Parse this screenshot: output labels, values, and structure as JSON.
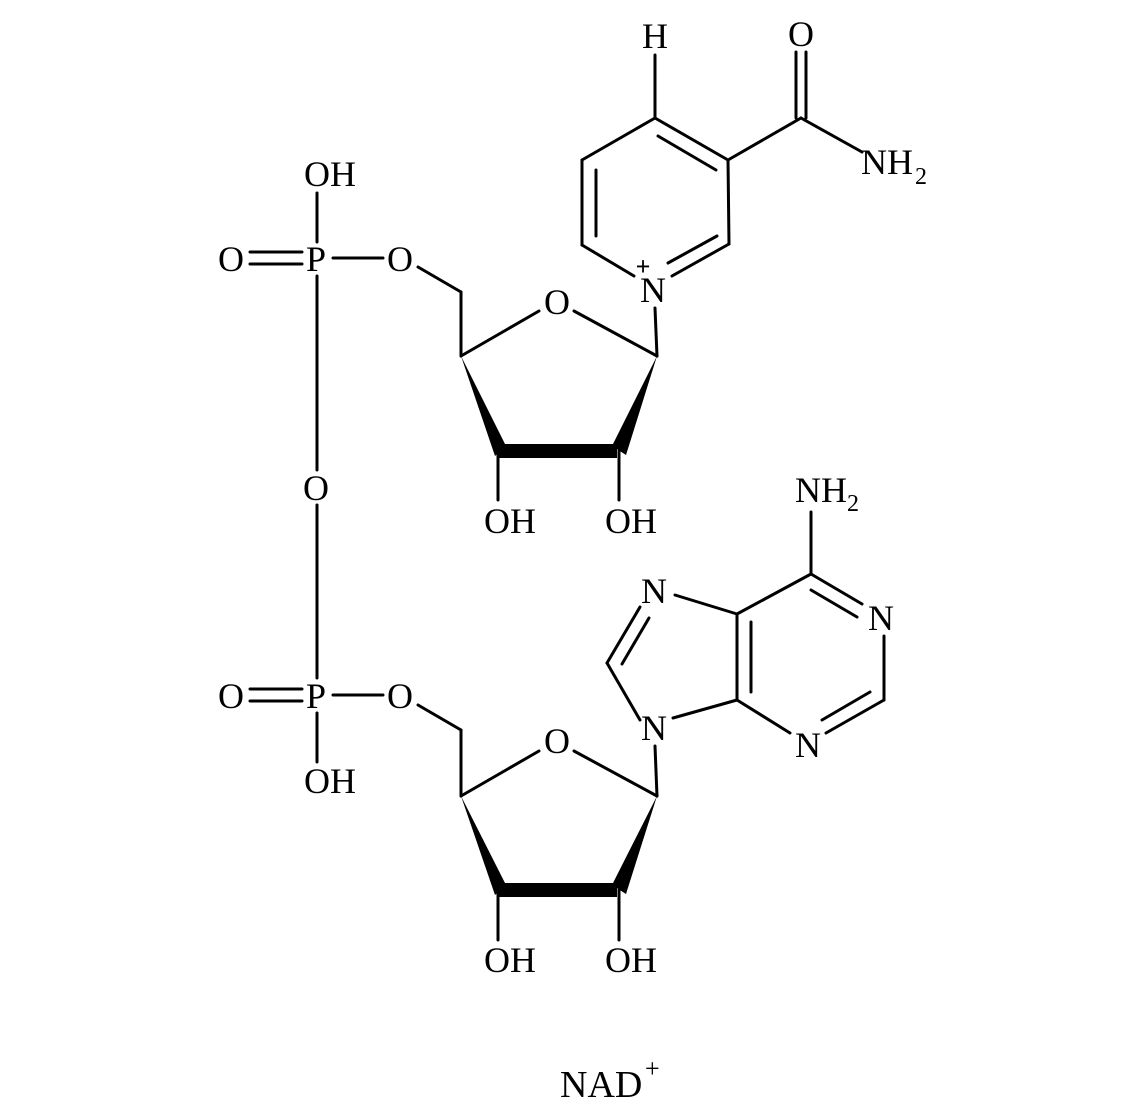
{
  "molecule": {
    "name": "NAD",
    "charge": "+"
  },
  "atoms": {
    "h": "H",
    "carbonyl_o": "O",
    "amide_n": "NH",
    "amide_h_sub": "2",
    "pyridinium_n": "N",
    "pyridinium_charge": "+",
    "ring_o_top": "O",
    "oh_top_left": "OH",
    "oh_top_right": "OH",
    "p1_oh": "OH",
    "p1_o_double": "O",
    "p1": "P",
    "p1_o_ester": "O",
    "bridge_o": "O",
    "p2_o_double": "O",
    "p2": "P",
    "p2_o_ester": "O",
    "p2_oh": "OH",
    "adenine_nh": "NH",
    "adenine_h_sub": "2",
    "n7": "N",
    "n1": "N",
    "n9": "N",
    "n3": "N",
    "ring_o_bottom": "O",
    "oh_bottom_left": "OH",
    "oh_bottom_right": "OH"
  }
}
